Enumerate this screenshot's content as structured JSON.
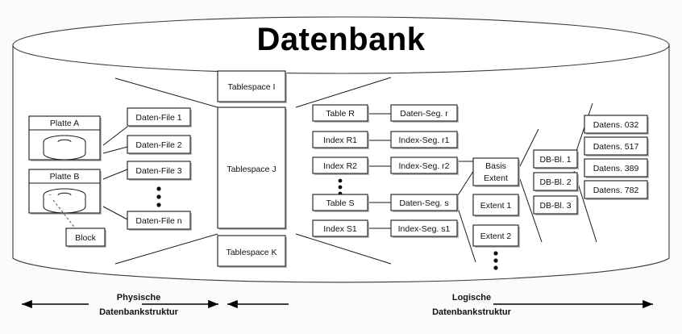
{
  "diagram": {
    "title": "Datenbank",
    "bottom_axes": [
      {
        "id": "physical",
        "line1": "Physische",
        "line2": "Datenbankstruktur"
      },
      {
        "id": "logical",
        "line1": "Logische",
        "line2": "Datenbankstruktur"
      }
    ],
    "columns": {
      "disks": [
        {
          "id": "platte-a",
          "label": "Platte A"
        },
        {
          "id": "platte-b",
          "label": "Platte B"
        }
      ],
      "block": {
        "id": "block",
        "label": "Block"
      },
      "datafiles": [
        {
          "id": "daten-file-1",
          "label": "Daten-File 1"
        },
        {
          "id": "daten-file-2",
          "label": "Daten-File 2"
        },
        {
          "id": "daten-file-3",
          "label": "Daten-File 3"
        },
        {
          "id": "daten-file-n",
          "label": "Daten-File n"
        }
      ],
      "datafiles_ellipsis": true,
      "tablespaces": [
        {
          "id": "tablespace-i",
          "label": "Tablespace I"
        },
        {
          "id": "tablespace-j",
          "label": "Tablespace J"
        },
        {
          "id": "tablespace-k",
          "label": "Tablespace K"
        }
      ],
      "objects": [
        {
          "id": "table-r",
          "label": "Table R"
        },
        {
          "id": "index-r1",
          "label": "Index R1"
        },
        {
          "id": "index-r2",
          "label": "Index R2"
        },
        {
          "id": "table-s",
          "label": "Table S"
        },
        {
          "id": "index-s1",
          "label": "Index S1"
        }
      ],
      "objects_ellipsis": true,
      "segments": [
        {
          "id": "daten-seg-r",
          "label": "Daten-Seg. r"
        },
        {
          "id": "index-seg-r1",
          "label": "Index-Seg. r1"
        },
        {
          "id": "index-seg-r2",
          "label": "Index-Seg. r2"
        },
        {
          "id": "daten-seg-s",
          "label": "Daten-Seg. s"
        },
        {
          "id": "index-seg-s1",
          "label": "Index-Seg. s1"
        }
      ],
      "extents": [
        {
          "id": "basis-extent",
          "label": "Basis Extent",
          "line1": "Basis",
          "line2": "Extent"
        },
        {
          "id": "extent-1",
          "label": "Extent 1"
        },
        {
          "id": "extent-2",
          "label": "Extent 2"
        }
      ],
      "extents_ellipsis": true,
      "db_blocks": [
        {
          "id": "db-bl-1",
          "label": "DB-Bl. 1"
        },
        {
          "id": "db-bl-2",
          "label": "DB-Bl. 2"
        },
        {
          "id": "db-bl-3",
          "label": "DB-Bl. 3"
        }
      ],
      "records": [
        {
          "id": "datens-032",
          "label": "Datens. 032"
        },
        {
          "id": "datens-517",
          "label": "Datens. 517"
        },
        {
          "id": "datens-389",
          "label": "Datens. 389"
        },
        {
          "id": "datens-782",
          "label": "Datens. 782"
        }
      ]
    }
  },
  "colors": {
    "stroke": "#1a1a1a",
    "cylinder_stroke": "#3a3a3a",
    "box_fill": "#ffffff",
    "shadow": "#b9b9b9",
    "background": "#fbfbfb",
    "text": "#111111"
  }
}
